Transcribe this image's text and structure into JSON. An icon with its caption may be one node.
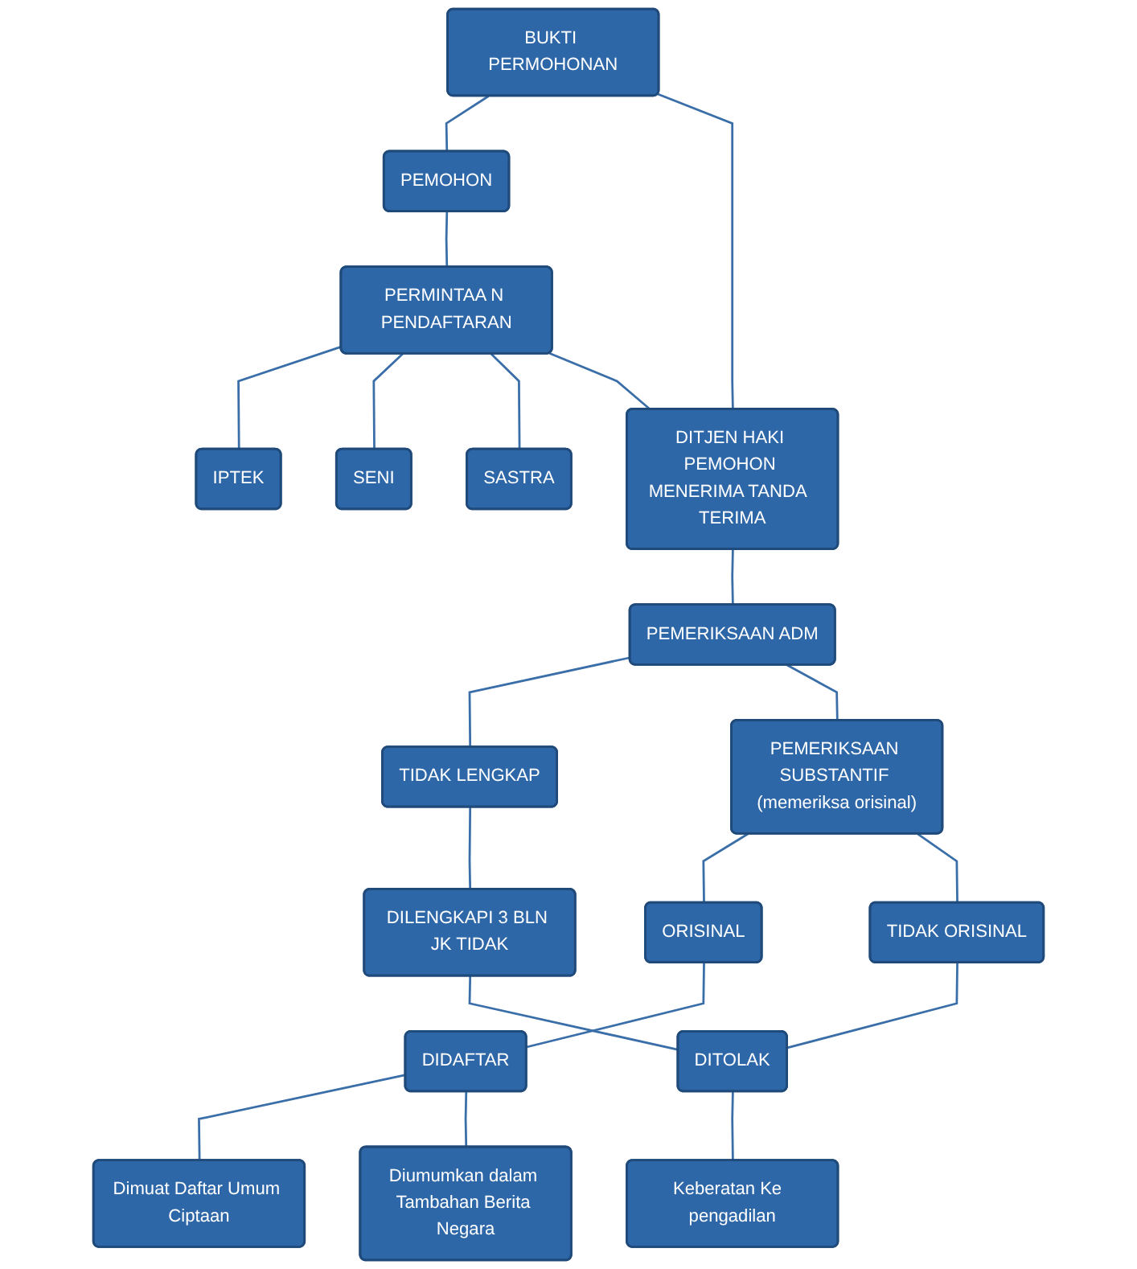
{
  "diagram": {
    "nodes": [
      {
        "text": [
          "PEMOHON"
        ]
      },
      {
        "text": [
          "BUKTI PERMOHONAN"
        ]
      },
      {
        "text": [
          "PERMINTAA N PENDAFTARAN"
        ]
      },
      {
        "text": [
          "IPTEK"
        ]
      },
      {
        "text": [
          "SENI"
        ]
      },
      {
        "text": [
          "SASTRA"
        ]
      },
      {
        "text": [
          "DITJEN HAKI PEMOHON MENERIMA TANDA  TERIMA"
        ]
      },
      {
        "text": [
          "PEMERIKSAAN ADM"
        ]
      },
      {
        "text": [
          "TIDAK LENGKAP"
        ]
      },
      {
        "text": [
          "DILENGKAPI 3 BLN JK TIDAK"
        ]
      },
      {
        "text": [
          "ORISINAL"
        ]
      },
      {
        "text": [
          "PEMERIKSAAN SUBSTANTIF (memeriksa orisinal)"
        ]
      },
      {
        "text": [
          "TIDAK ORISINAL"
        ]
      },
      {
        "text": [
          "DIDAFTAR"
        ]
      },
      {
        "text": [
          "DITOLAK"
        ]
      },
      {
        "text": [
          "Dimuat Daftar Umum Ciptaan"
        ]
      },
      {
        "text": [
          "Diumumkan dalam Tambahan Berita Negara"
        ]
      },
      {
        "text": [
          "Keberatan Ke  pengadilan"
        ]
      }
    ],
    "edges": [
      {
        "from": 1,
        "to": 0,
        "arrow": "none"
      },
      {
        "from": 1,
        "to": 6,
        "arrow": "none"
      },
      {
        "from": 0,
        "to": 2,
        "arrow": "none"
      },
      {
        "from": 2,
        "to": 3,
        "arrow": "none"
      },
      {
        "from": 2,
        "to": 4,
        "arrow": "none"
      },
      {
        "from": 2,
        "to": 5,
        "arrow": "none"
      },
      {
        "from": 2,
        "to": 6,
        "arrow": "none"
      },
      {
        "from": 6,
        "to": 7,
        "arrow": "none"
      },
      {
        "from": 7,
        "to": 8,
        "arrow": "none"
      },
      {
        "from": 8,
        "to": 9,
        "arrow": "none"
      },
      {
        "from": 7,
        "to": 11,
        "arrow": "none"
      },
      {
        "from": 11,
        "to": 10,
        "arrow": "none"
      },
      {
        "from": 11,
        "to": 12,
        "arrow": "none"
      },
      {
        "from": 10,
        "to": 13,
        "arrow": "none"
      },
      {
        "from": 12,
        "to": 14,
        "arrow": "none"
      },
      {
        "from": 9,
        "to": 14,
        "arrow": "none"
      },
      {
        "from": 13,
        "to": 15,
        "arrow": "none"
      },
      {
        "from": 13,
        "to": 16,
        "arrow": "none"
      },
      {
        "from": 14,
        "to": 17,
        "arrow": "none"
      }
    ]
  }
}
